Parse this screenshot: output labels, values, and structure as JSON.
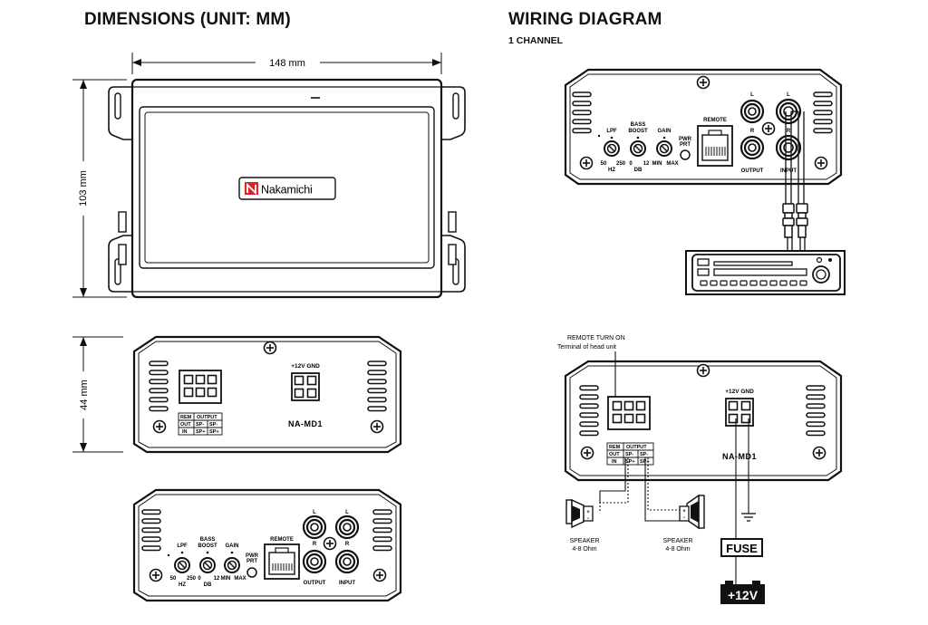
{
  "titles": {
    "dimensions": "DIMENSIONS (UNIT: MM)",
    "wiring": "WIRING DIAGRAM",
    "channel": "1 CHANNEL"
  },
  "dims": {
    "width": "148 mm",
    "depth": "103 mm",
    "height": "44 mm"
  },
  "brand": "Nakamichi",
  "model": "NA-MD1",
  "power_terminal": {
    "label": "+12V GND"
  },
  "speaker_terminal": {
    "row1": [
      "REM",
      "OUTPUT"
    ],
    "row2": [
      "OUT",
      "SP-",
      "SP-"
    ],
    "row3": [
      "IN",
      "SP+",
      "SP+"
    ]
  },
  "controls": {
    "lpf": "LPF",
    "bass_boost_1": "BASS",
    "bass_boost_2": "BOOST",
    "gain": "GAIN",
    "pwr": "PWR",
    "prt": "PRT",
    "remote": "REMOTE",
    "lpf_50": "50",
    "lpf_250": "250",
    "hz": "HZ",
    "bb_0": "0",
    "bb_12": "12",
    "db": "DB",
    "min": "MIN",
    "max": "MAX",
    "l": "L",
    "r": "R",
    "output": "OUTPUT",
    "input": "INPUT"
  },
  "wiring": {
    "remote_turn_on": "REMOTE TURN ON",
    "terminal_head_unit": "Terminal of head unit",
    "speaker": "SPEAKER",
    "ohm": "4-8 Ohm",
    "fuse": "FUSE",
    "battery": "+12V"
  }
}
